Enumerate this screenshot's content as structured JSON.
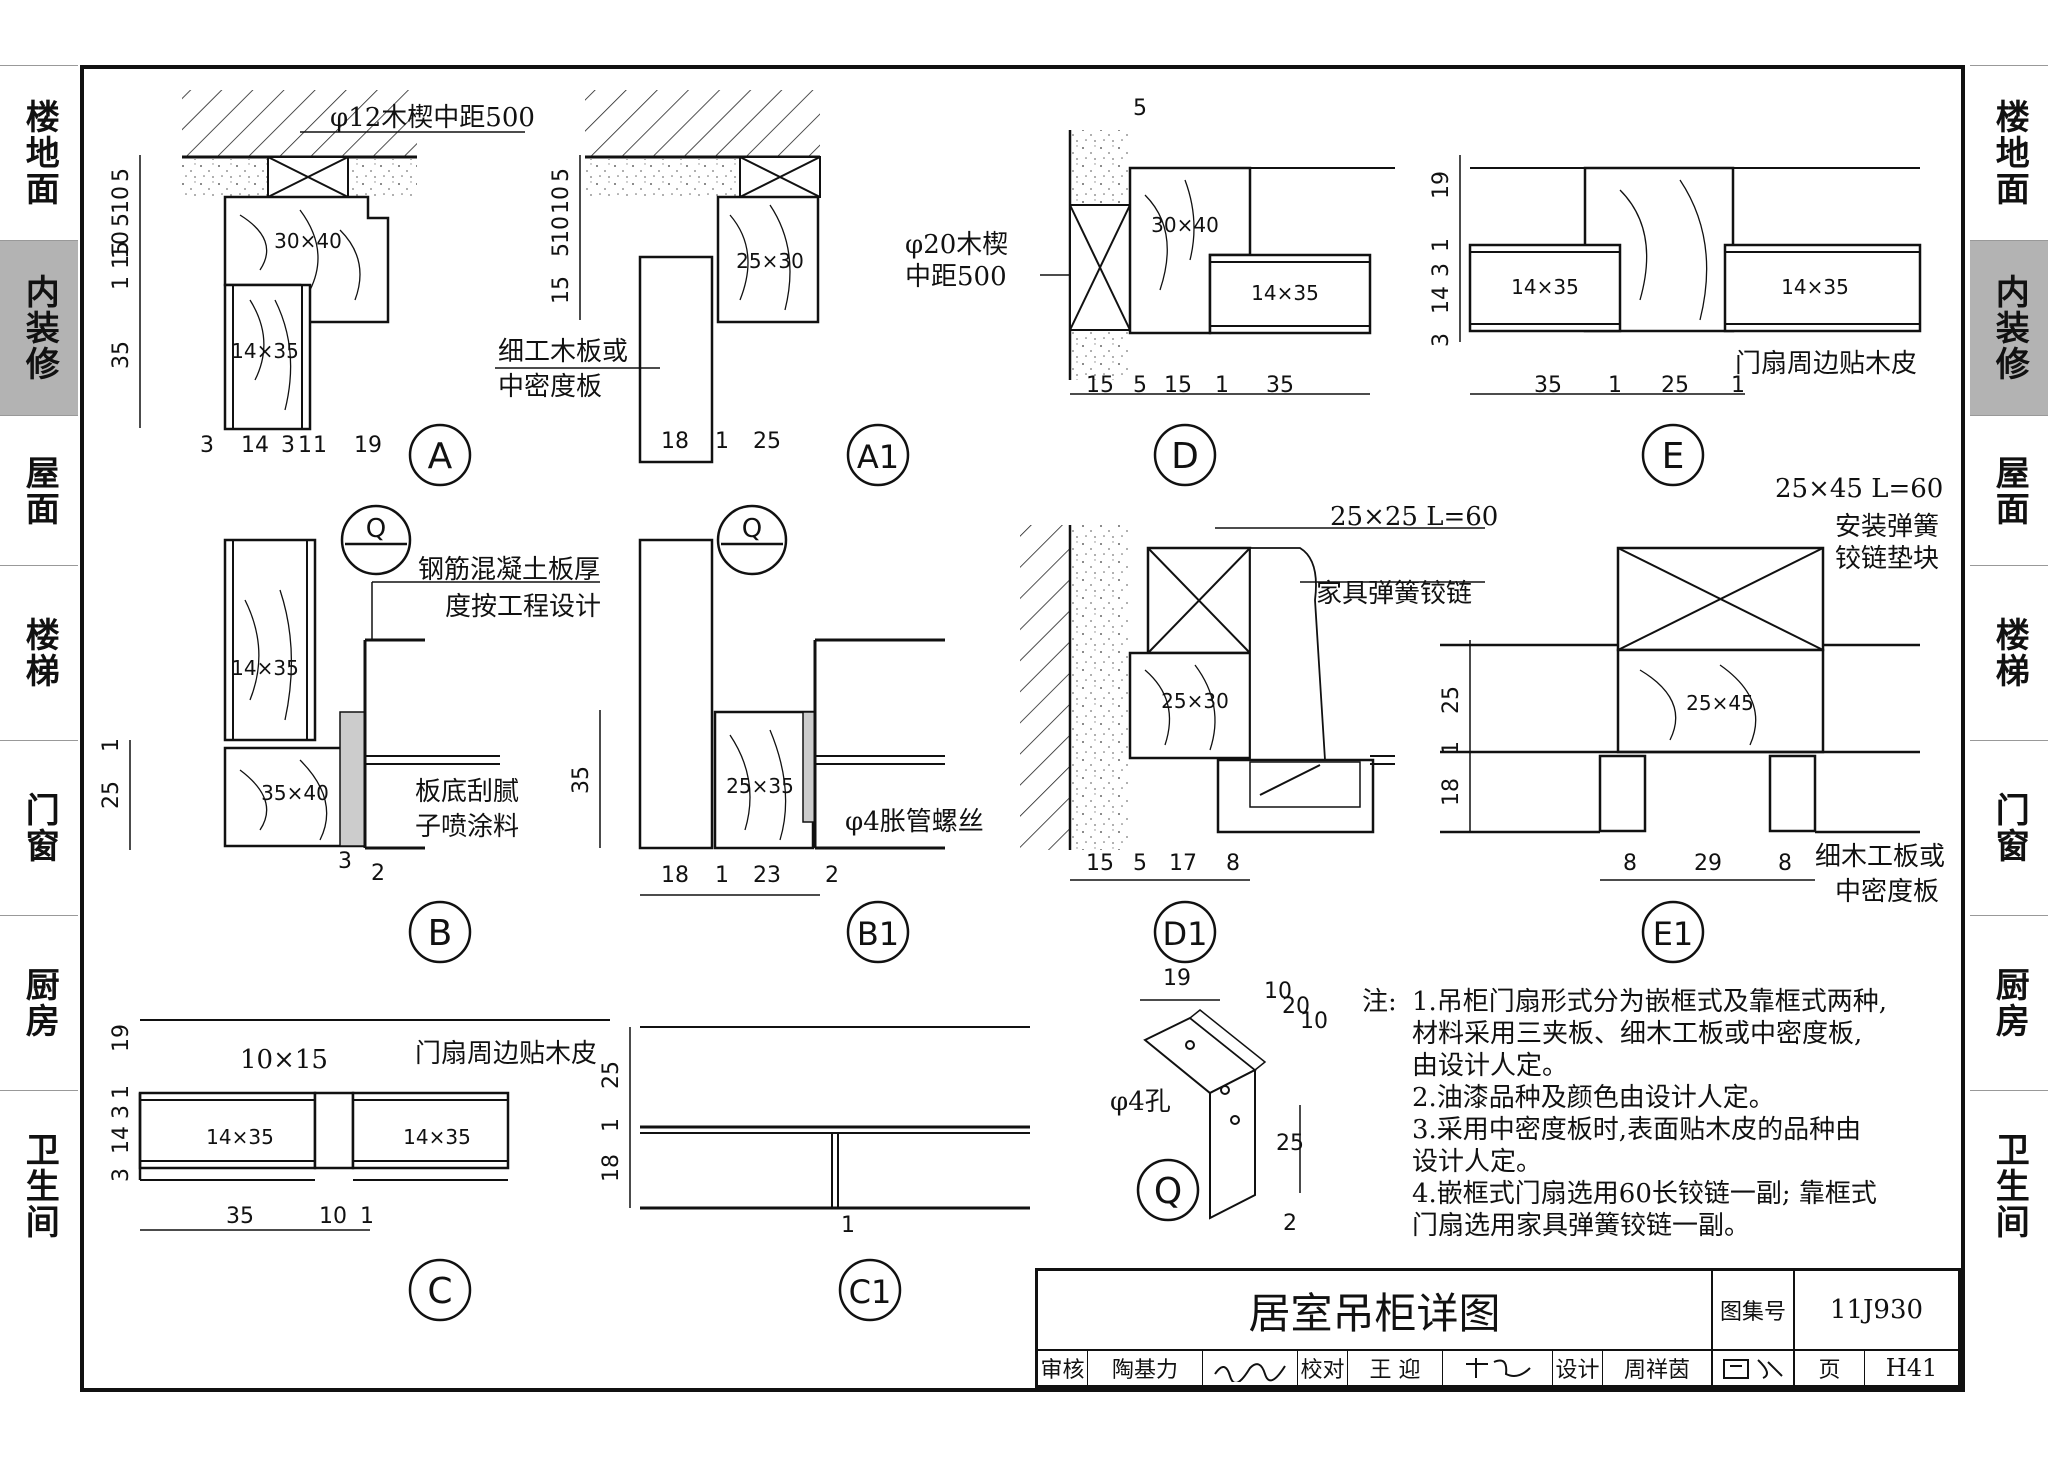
{
  "side_tabs_left": [
    {
      "label": "楼地面",
      "active": false
    },
    {
      "label": "内装修",
      "active": true
    },
    {
      "label": "屋面",
      "active": false
    },
    {
      "label": "楼梯",
      "active": false
    },
    {
      "label": "门窗",
      "active": false
    },
    {
      "label": "厨房",
      "active": false
    },
    {
      "label": "卫生间",
      "active": false
    }
  ],
  "side_tabs_right": [
    {
      "label": "楼地面",
      "active": false
    },
    {
      "label": "内装修",
      "active": true
    },
    {
      "label": "屋面",
      "active": false
    },
    {
      "label": "楼梯",
      "active": false
    },
    {
      "label": "门窗",
      "active": false
    },
    {
      "label": "厨房",
      "active": false
    },
    {
      "label": "卫生间",
      "active": false
    }
  ],
  "details": {
    "A": {
      "marker": "A",
      "note": "φ12木楔中距500",
      "dims_v": [
        "5",
        "10",
        "5",
        "10",
        "15",
        "1",
        "35"
      ],
      "dims_h": [
        "3",
        "14",
        "3",
        "1",
        "1",
        "19"
      ],
      "sections": [
        "30×40",
        "14×35"
      ]
    },
    "A1": {
      "marker": "A1",
      "note1": "细工木板或",
      "note2": "中密度板",
      "dims_v": [
        "5",
        "10",
        "10",
        "5",
        "15"
      ],
      "dims_h": [
        "18",
        "1",
        "25"
      ],
      "sections": [
        "25×30"
      ]
    },
    "D": {
      "marker": "D",
      "note1": "φ20木楔",
      "note2": "中距500",
      "top_dim": "5",
      "dims_h": [
        "15",
        "5",
        "15",
        "1",
        "35"
      ],
      "sections": [
        "30×40",
        "14×35"
      ]
    },
    "E": {
      "marker": "E",
      "note": "门扇周边贴木皮",
      "dims_v": [
        "19",
        "1",
        "3",
        "14",
        "3"
      ],
      "dims_h": [
        "35",
        "1",
        "25",
        "1"
      ],
      "sections": [
        "14×35",
        "14×35"
      ]
    },
    "B": {
      "marker": "B",
      "q": "Q",
      "note1": "钢筋混凝土板厚",
      "note2": "度按工程设计",
      "note3": "板底刮腻",
      "note4": "子喷涂料",
      "dims_v": [
        "1",
        "25"
      ],
      "dims_h": [
        "3",
        "2"
      ],
      "sections": [
        "14×35",
        "35×40"
      ]
    },
    "B1": {
      "marker": "B1",
      "q": "Q",
      "note": "φ4胀管螺丝",
      "dims_v": [
        "35"
      ],
      "dims_h": [
        "18",
        "1",
        "23",
        "2"
      ],
      "sections": [
        "25×35"
      ]
    },
    "D1": {
      "marker": "D1",
      "note1": "25×25  L=60",
      "note2": "家具弹簧铰链",
      "dims_h": [
        "15",
        "5",
        "17",
        "8"
      ],
      "sections": [
        "25×30"
      ]
    },
    "E1": {
      "marker": "E1",
      "note1": "25×45   L=60",
      "note2": "安装弹簧",
      "note3": "铰链垫块",
      "note4": "细木工板或",
      "note5": "中密度板",
      "dims_v": [
        "25",
        "1",
        "18"
      ],
      "dims_h": [
        "8",
        "29",
        "8"
      ],
      "sections": [
        "25×45"
      ]
    },
    "C": {
      "marker": "C",
      "note1": "10×15",
      "note2": "门扇周边贴木皮",
      "dims_v": [
        "19",
        "1",
        "3",
        "14",
        "3"
      ],
      "dims_h": [
        "35",
        "10",
        "1"
      ],
      "sections": [
        "14×35",
        "14×35"
      ]
    },
    "C1": {
      "marker": "C1",
      "dims_v": [
        "25",
        "1",
        "18"
      ],
      "dims_h": [
        "1"
      ]
    },
    "Q": {
      "marker": "Q",
      "note": "φ4孔",
      "dims": [
        "19",
        "10",
        "20",
        "10",
        "25",
        "2"
      ]
    }
  },
  "notes": {
    "heading": "注:",
    "lines": [
      "1.吊柜门扇形式分为嵌框式及靠框式两种,",
      "   材料采用三夹板、细木工板或中密度板,",
      "   由设计人定。",
      "2.油漆品种及颜色由设计人定。",
      "3.采用中密度板时,表面贴木皮的品种由",
      "   设计人定。",
      "4.嵌框式门扇选用60长铰链一副; 靠框式",
      "   门扇选用家具弹簧铰链一副。"
    ]
  },
  "title_block": {
    "title": "居室吊柜详图",
    "atlas_label": "图集号",
    "atlas_no": "11J930",
    "page_label": "页",
    "page_no": "H41",
    "review_label": "审核",
    "reviewer": "陶基力",
    "check_label": "校对",
    "checker": "王 迎",
    "design_label": "设计",
    "designer": "周祥茵"
  }
}
